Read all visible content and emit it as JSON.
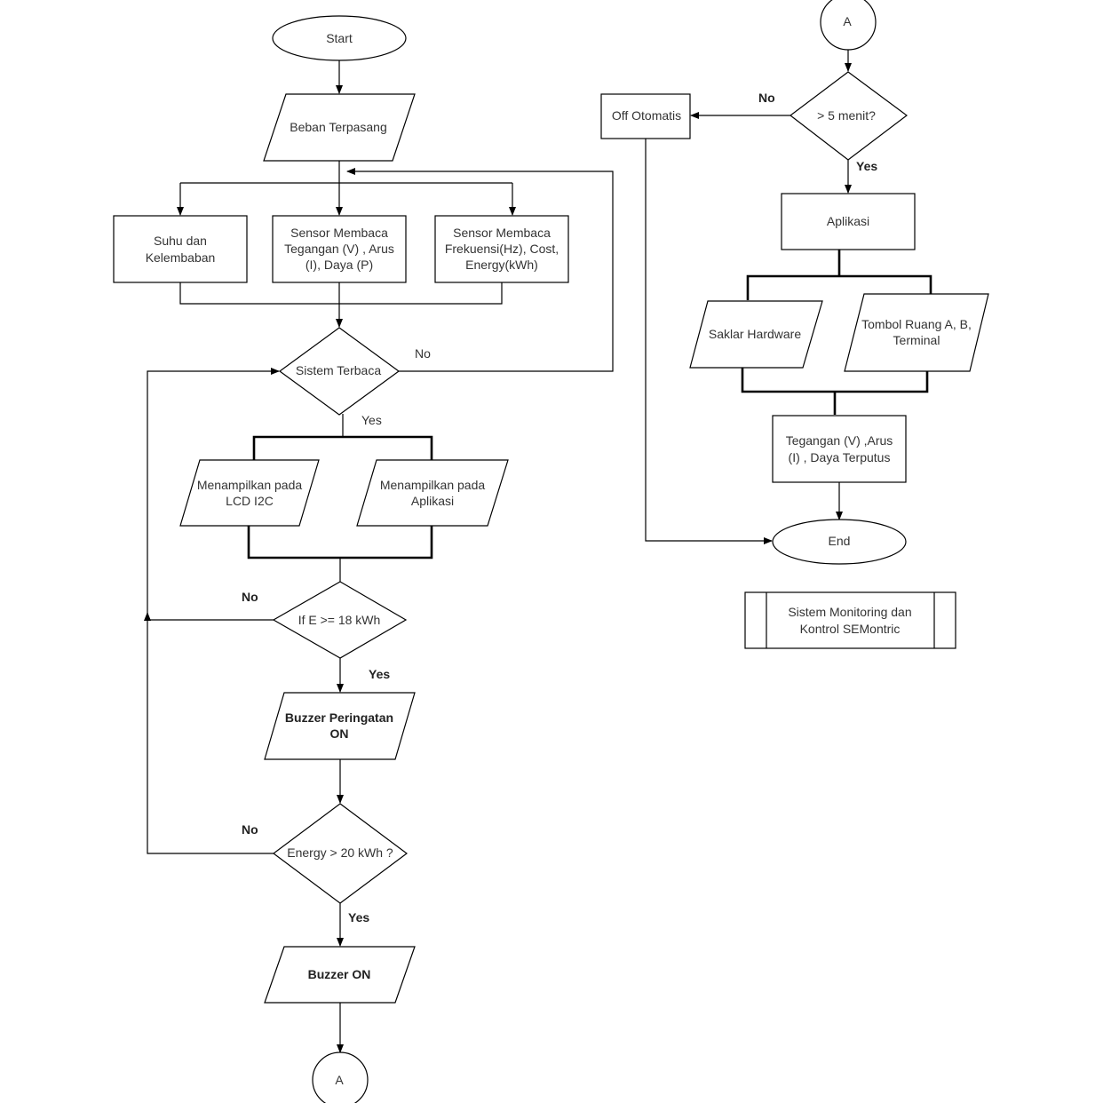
{
  "nodes": {
    "start": "Start",
    "beban": "Beban Terpasang",
    "suhu": [
      "Suhu dan",
      "Kelembaban"
    ],
    "sensor_v": [
      "Sensor Membaca",
      "Tegangan (V) , Arus",
      "(I), Daya (P)"
    ],
    "sensor_hz": [
      "Sensor Membaca",
      "Frekuensi(Hz), Cost,",
      "Energy(kWh)"
    ],
    "sistem_terbaca": "Sistem Terbaca",
    "lcd": [
      "Menampilkan pada",
      "LCD I2C"
    ],
    "aplikasi_out": [
      "Menampilkan pada",
      "Aplikasi"
    ],
    "if_e": "If E >= 18 kWh",
    "buzzer_peringatan": [
      "Buzzer Peringatan",
      "ON"
    ],
    "energy_check": "Energy > 20 kWh ?",
    "buzzer_on": "Buzzer ON",
    "connector_a_bottom": "A",
    "connector_a_top": "A",
    "menit": "> 5 menit?",
    "off_otomatis": "Off Otomatis",
    "aplikasi": "Aplikasi",
    "saklar": "Saklar Hardware",
    "tombol": [
      "Tombol Ruang A, B,",
      "Terminal"
    ],
    "tegangan_putus": [
      "Tegangan (V) ,Arus",
      "(I) , Daya Terputus"
    ],
    "end": "End",
    "legend": [
      "Sistem Monitoring dan",
      "Kontrol SEMontric"
    ]
  },
  "edge_labels": {
    "sistem_no": "No",
    "sistem_yes": "Yes",
    "if_e_no": "No",
    "if_e_yes": "Yes",
    "energy_no": "No",
    "energy_yes": "Yes",
    "menit_no": "No",
    "menit_yes": "Yes"
  }
}
